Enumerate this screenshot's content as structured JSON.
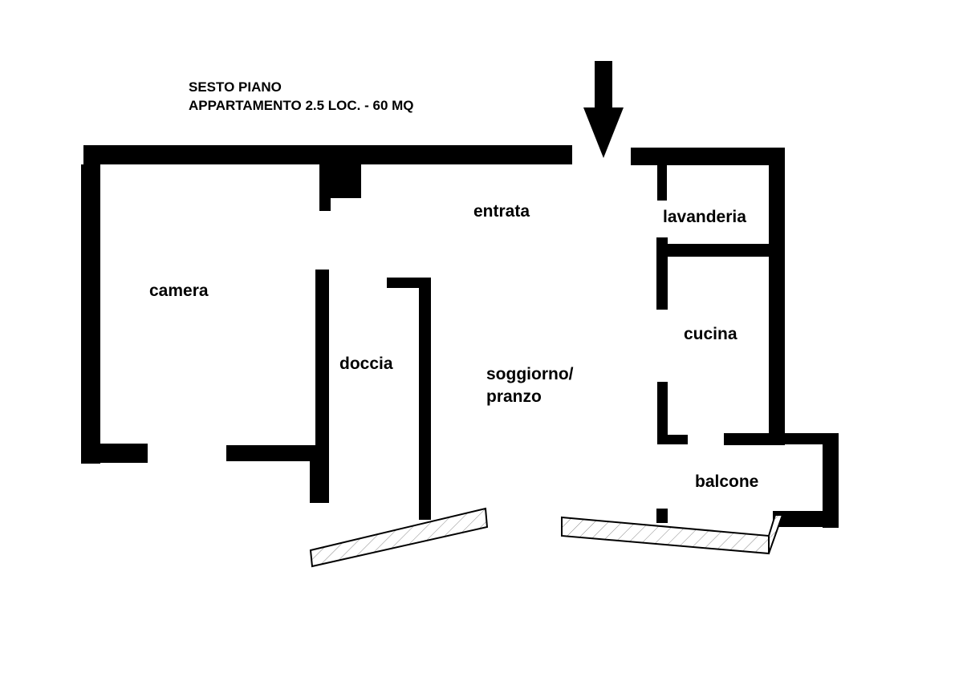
{
  "header": {
    "floor": "SESTO PIANO",
    "unit": "APPARTAMENTO 2.5 LOC. - 60 MQ"
  },
  "rooms": {
    "entrata": "entrata",
    "lavanderia": "lavanderia",
    "camera": "camera",
    "cucina": "cucina",
    "doccia": "doccia",
    "soggiorno_line1": "soggiorno/",
    "soggiorno_line2": "pranzo",
    "balcone": "balcone"
  },
  "colors": {
    "wall": "#000000",
    "background": "#ffffff",
    "hatch": "#777777"
  },
  "icons": {
    "entrance_marker": "down-arrow-icon"
  }
}
